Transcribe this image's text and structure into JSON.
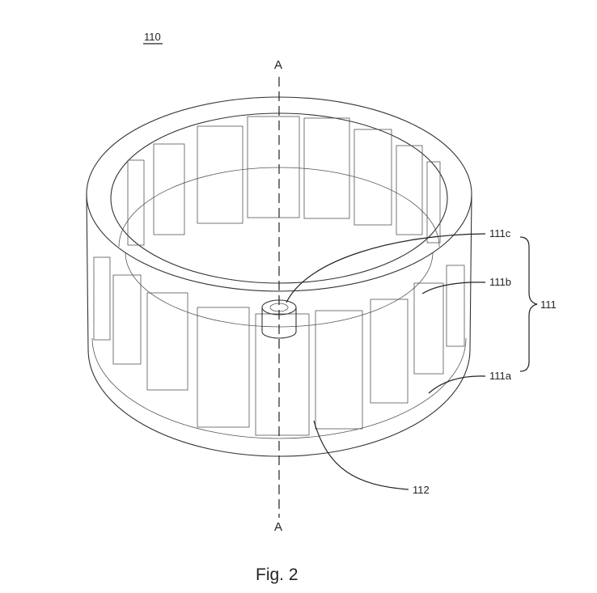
{
  "figure": {
    "ref_main": "110",
    "axis_top": "A",
    "axis_bottom": "A",
    "label_111c": "111c",
    "label_111b": "111b",
    "label_111": "111",
    "label_111a": "111a",
    "label_112": "112",
    "caption": "Fig. 2"
  },
  "colors": {
    "line": "#333333",
    "background": "#ffffff"
  }
}
